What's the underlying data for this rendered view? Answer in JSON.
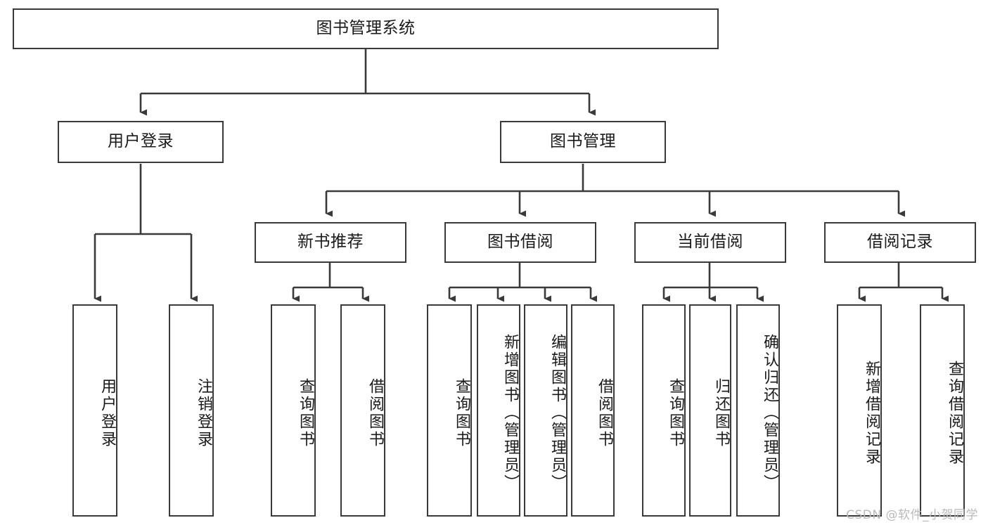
{
  "diagram": {
    "title": "图书管理系统",
    "type": "tree-hierarchy",
    "watermark": "CSDN @软件_小贺同学",
    "colors": {
      "background": "#ffffff",
      "node_border": "#3a3a3a",
      "node_fill": "#ffffff",
      "edge": "#3a3a3a",
      "text": "#1a1a1a",
      "watermark": "#b9b9b9"
    },
    "nodes": {
      "root": {
        "label": "图书管理系统",
        "level": 0
      },
      "l1": [
        {
          "id": "user_login",
          "label": "用户登录",
          "level": 1
        },
        {
          "id": "book_mgmt",
          "label": "图书管理",
          "level": 1
        }
      ],
      "l2": [
        {
          "id": "new_book_rec",
          "label": "新书推荐",
          "level": 2,
          "parent": "book_mgmt"
        },
        {
          "id": "book_borrow",
          "label": "图书借阅",
          "level": 2,
          "parent": "book_mgmt"
        },
        {
          "id": "current_borrow",
          "label": "当前借阅",
          "level": 2,
          "parent": "book_mgmt"
        },
        {
          "id": "borrow_record",
          "label": "借阅记录",
          "level": 2,
          "parent": "book_mgmt"
        }
      ],
      "leaves": [
        {
          "id": "leaf_user_login",
          "label": "用户登录",
          "parent": "user_login"
        },
        {
          "id": "leaf_user_logout",
          "label": "注销登录",
          "parent": "user_login"
        },
        {
          "id": "leaf_query_book_1",
          "label": "查询图书",
          "parent": "new_book_rec"
        },
        {
          "id": "leaf_borrow_book_1",
          "label": "借阅图书",
          "parent": "new_book_rec"
        },
        {
          "id": "leaf_query_book_2",
          "label": "查询图书",
          "parent": "book_borrow"
        },
        {
          "id": "leaf_add_book",
          "label": "新增图书（管理员）",
          "parent": "book_borrow"
        },
        {
          "id": "leaf_edit_book",
          "label": "编辑图书（管理员）",
          "parent": "book_borrow"
        },
        {
          "id": "leaf_borrow_book_2",
          "label": "借阅图书",
          "parent": "book_borrow"
        },
        {
          "id": "leaf_query_book_3",
          "label": "查询图书",
          "parent": "current_borrow"
        },
        {
          "id": "leaf_return_book",
          "label": "归还图书",
          "parent": "current_borrow"
        },
        {
          "id": "leaf_confirm_return",
          "label": "确认归还（管理员）",
          "parent": "current_borrow"
        },
        {
          "id": "leaf_add_record",
          "label": "新增借阅记录",
          "parent": "borrow_record"
        },
        {
          "id": "leaf_query_record",
          "label": "查询借阅记录",
          "parent": "borrow_record"
        }
      ]
    }
  }
}
